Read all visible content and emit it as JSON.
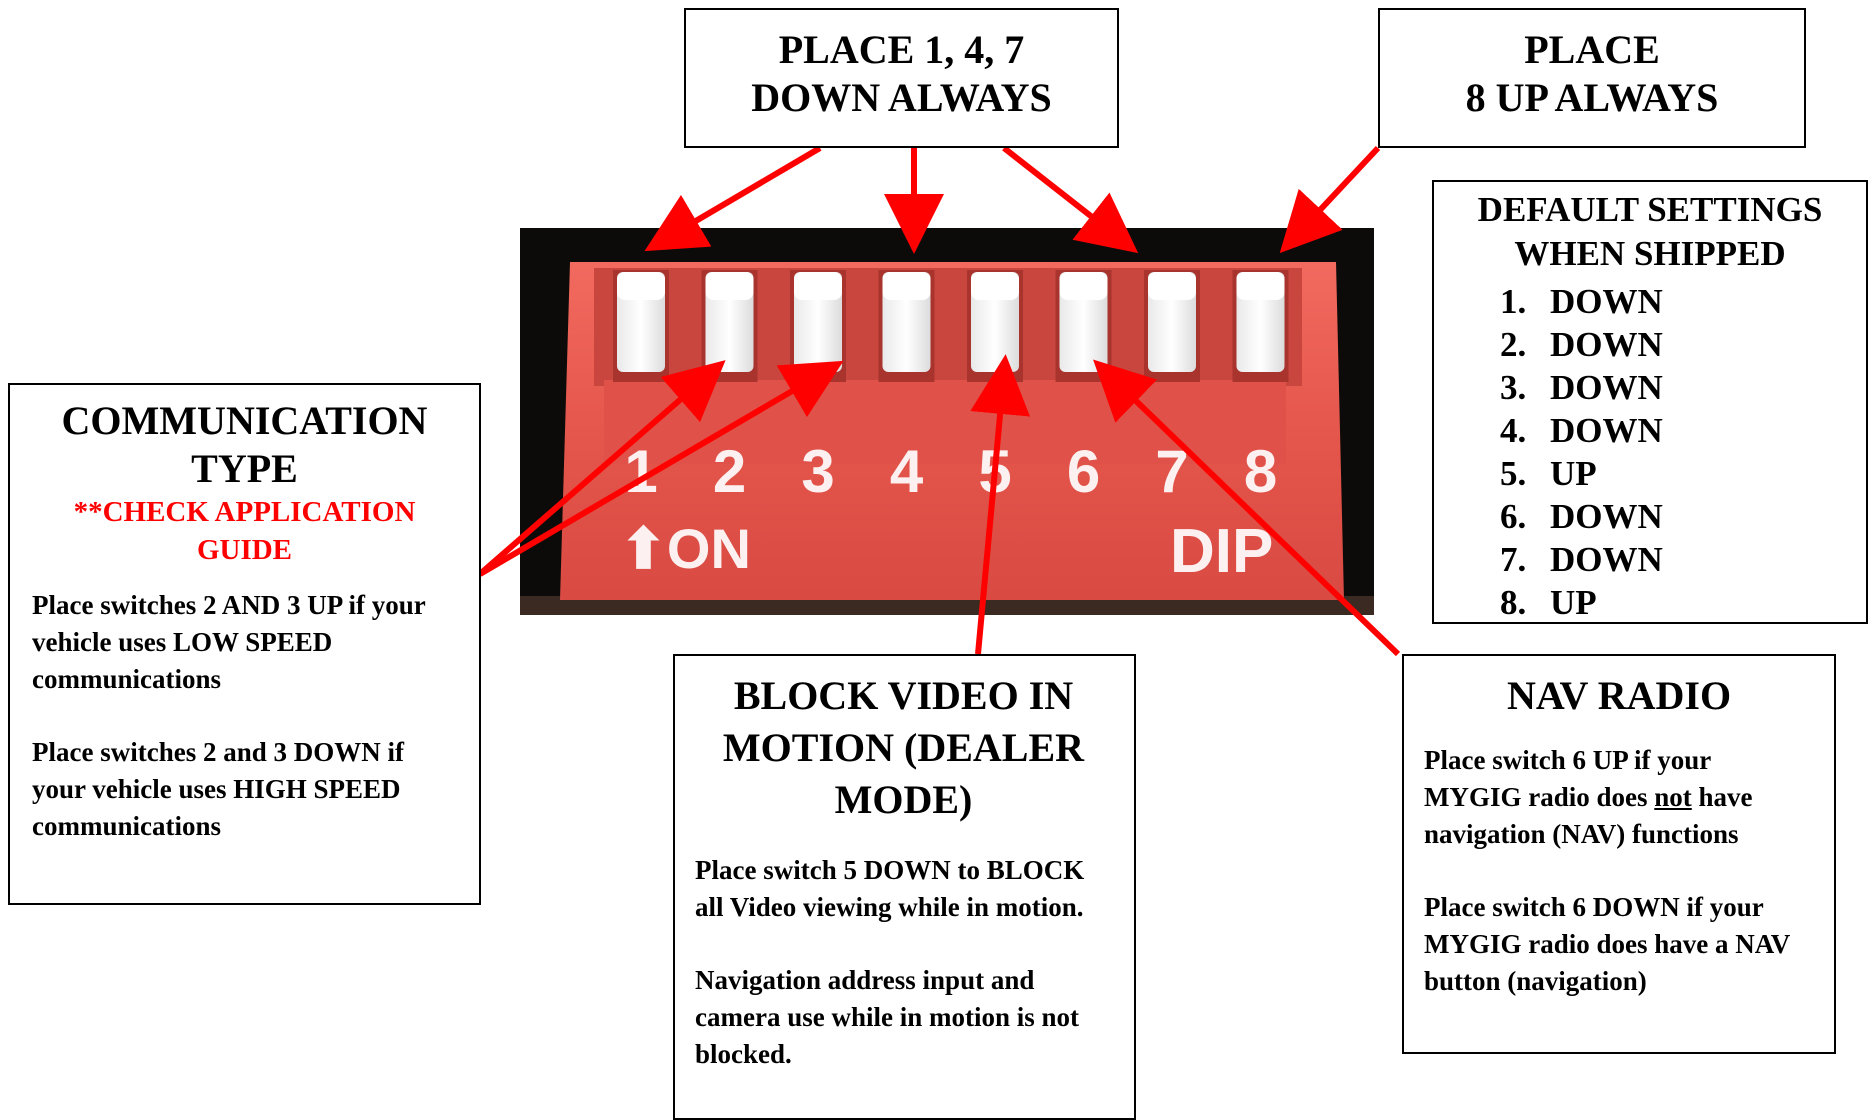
{
  "top_left_label": {
    "line1": "PLACE 1, 4, 7",
    "line2": "DOWN ALWAYS"
  },
  "top_right_label": {
    "line1": "PLACE",
    "line2": "8 UP ALWAYS"
  },
  "defaults": {
    "title_line1": "DEFAULT SETTINGS",
    "title_line2": "WHEN SHIPPED",
    "items": [
      {
        "num": "1.",
        "value": "DOWN"
      },
      {
        "num": "2.",
        "value": "DOWN"
      },
      {
        "num": "3.",
        "value": "DOWN"
      },
      {
        "num": "4.",
        "value": "DOWN"
      },
      {
        "num": "5.",
        "value": "UP"
      },
      {
        "num": "6.",
        "value": "DOWN"
      },
      {
        "num": "7.",
        "value": "DOWN"
      },
      {
        "num": "8.",
        "value": "UP"
      }
    ]
  },
  "communication": {
    "title_line1": "COMMUNICATION",
    "title_line2": "TYPE",
    "subtitle_line1": "**CHECK APPLICATION",
    "subtitle_line2": "GUIDE",
    "para1": "Place switches 2 AND 3 UP if your vehicle uses LOW SPEED communications",
    "para2": "Place switches 2 and 3 DOWN if your vehicle uses HIGH SPEED communications"
  },
  "block_video": {
    "title_line1": "BLOCK VIDEO IN",
    "title_line2": "MOTION (DEALER",
    "title_line3": "MODE)",
    "para1": "Place switch 5 DOWN to BLOCK all Video viewing while in motion.",
    "para2": "Navigation address input and camera use while in motion is not blocked."
  },
  "nav_radio": {
    "title": "NAV RADIO",
    "para1_before": "Place switch 6 UP if your MYGIG radio does ",
    "para1_underline": "not",
    "para1_after": " have navigation (NAV) functions",
    "para2": "Place switch 6 DOWN if your MYGIG radio does have a NAV button (navigation)"
  },
  "dip_switch": {
    "numbers": [
      "1",
      "2",
      "3",
      "4",
      "5",
      "6",
      "7",
      "8"
    ],
    "on_label": "ON",
    "dip_label": "DIP",
    "body_color": "#e8574e",
    "arrow_color": "#ff0000"
  }
}
